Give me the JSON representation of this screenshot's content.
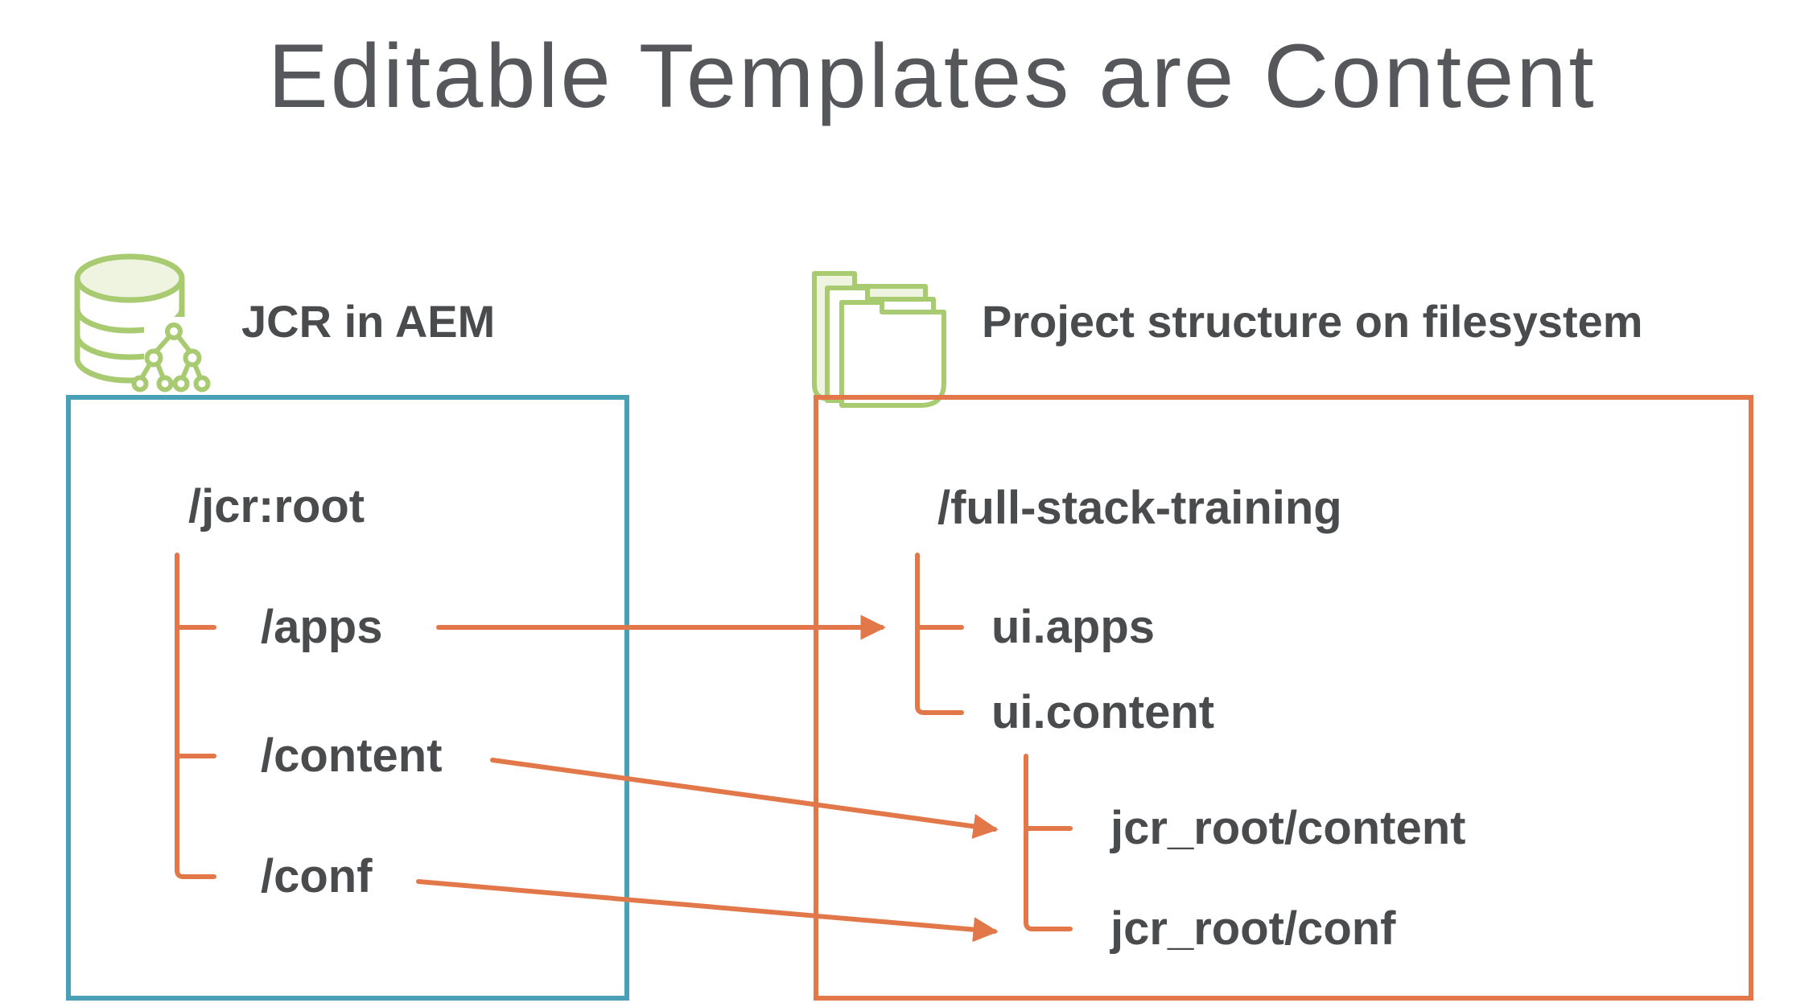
{
  "title": "Editable Templates are Content",
  "colors": {
    "teal_border": "#4aa1b6",
    "orange_border": "#e2784a",
    "connector_orange": "#e2784a",
    "icon_green": "#a8ca70",
    "label_text": "#4a4b4d",
    "title_text": "#56575b"
  },
  "left_panel": {
    "heading": "JCR in AEM",
    "icon": "database-tree-icon",
    "tree": {
      "root": "/jcr:root",
      "children": [
        "/apps",
        "/content",
        "/conf"
      ]
    }
  },
  "right_panel": {
    "heading": "Project structure on filesystem",
    "icon": "folders-icon",
    "tree": {
      "root": "/full-stack-training",
      "children": [
        "ui.apps",
        "ui.content"
      ],
      "nested_children": [
        "jcr_root/content",
        "jcr_root/conf"
      ]
    }
  },
  "mappings": [
    {
      "from": "/apps",
      "to": "ui.apps"
    },
    {
      "from": "/content",
      "to": "jcr_root/content"
    },
    {
      "from": "/conf",
      "to": "jcr_root/conf"
    }
  ]
}
